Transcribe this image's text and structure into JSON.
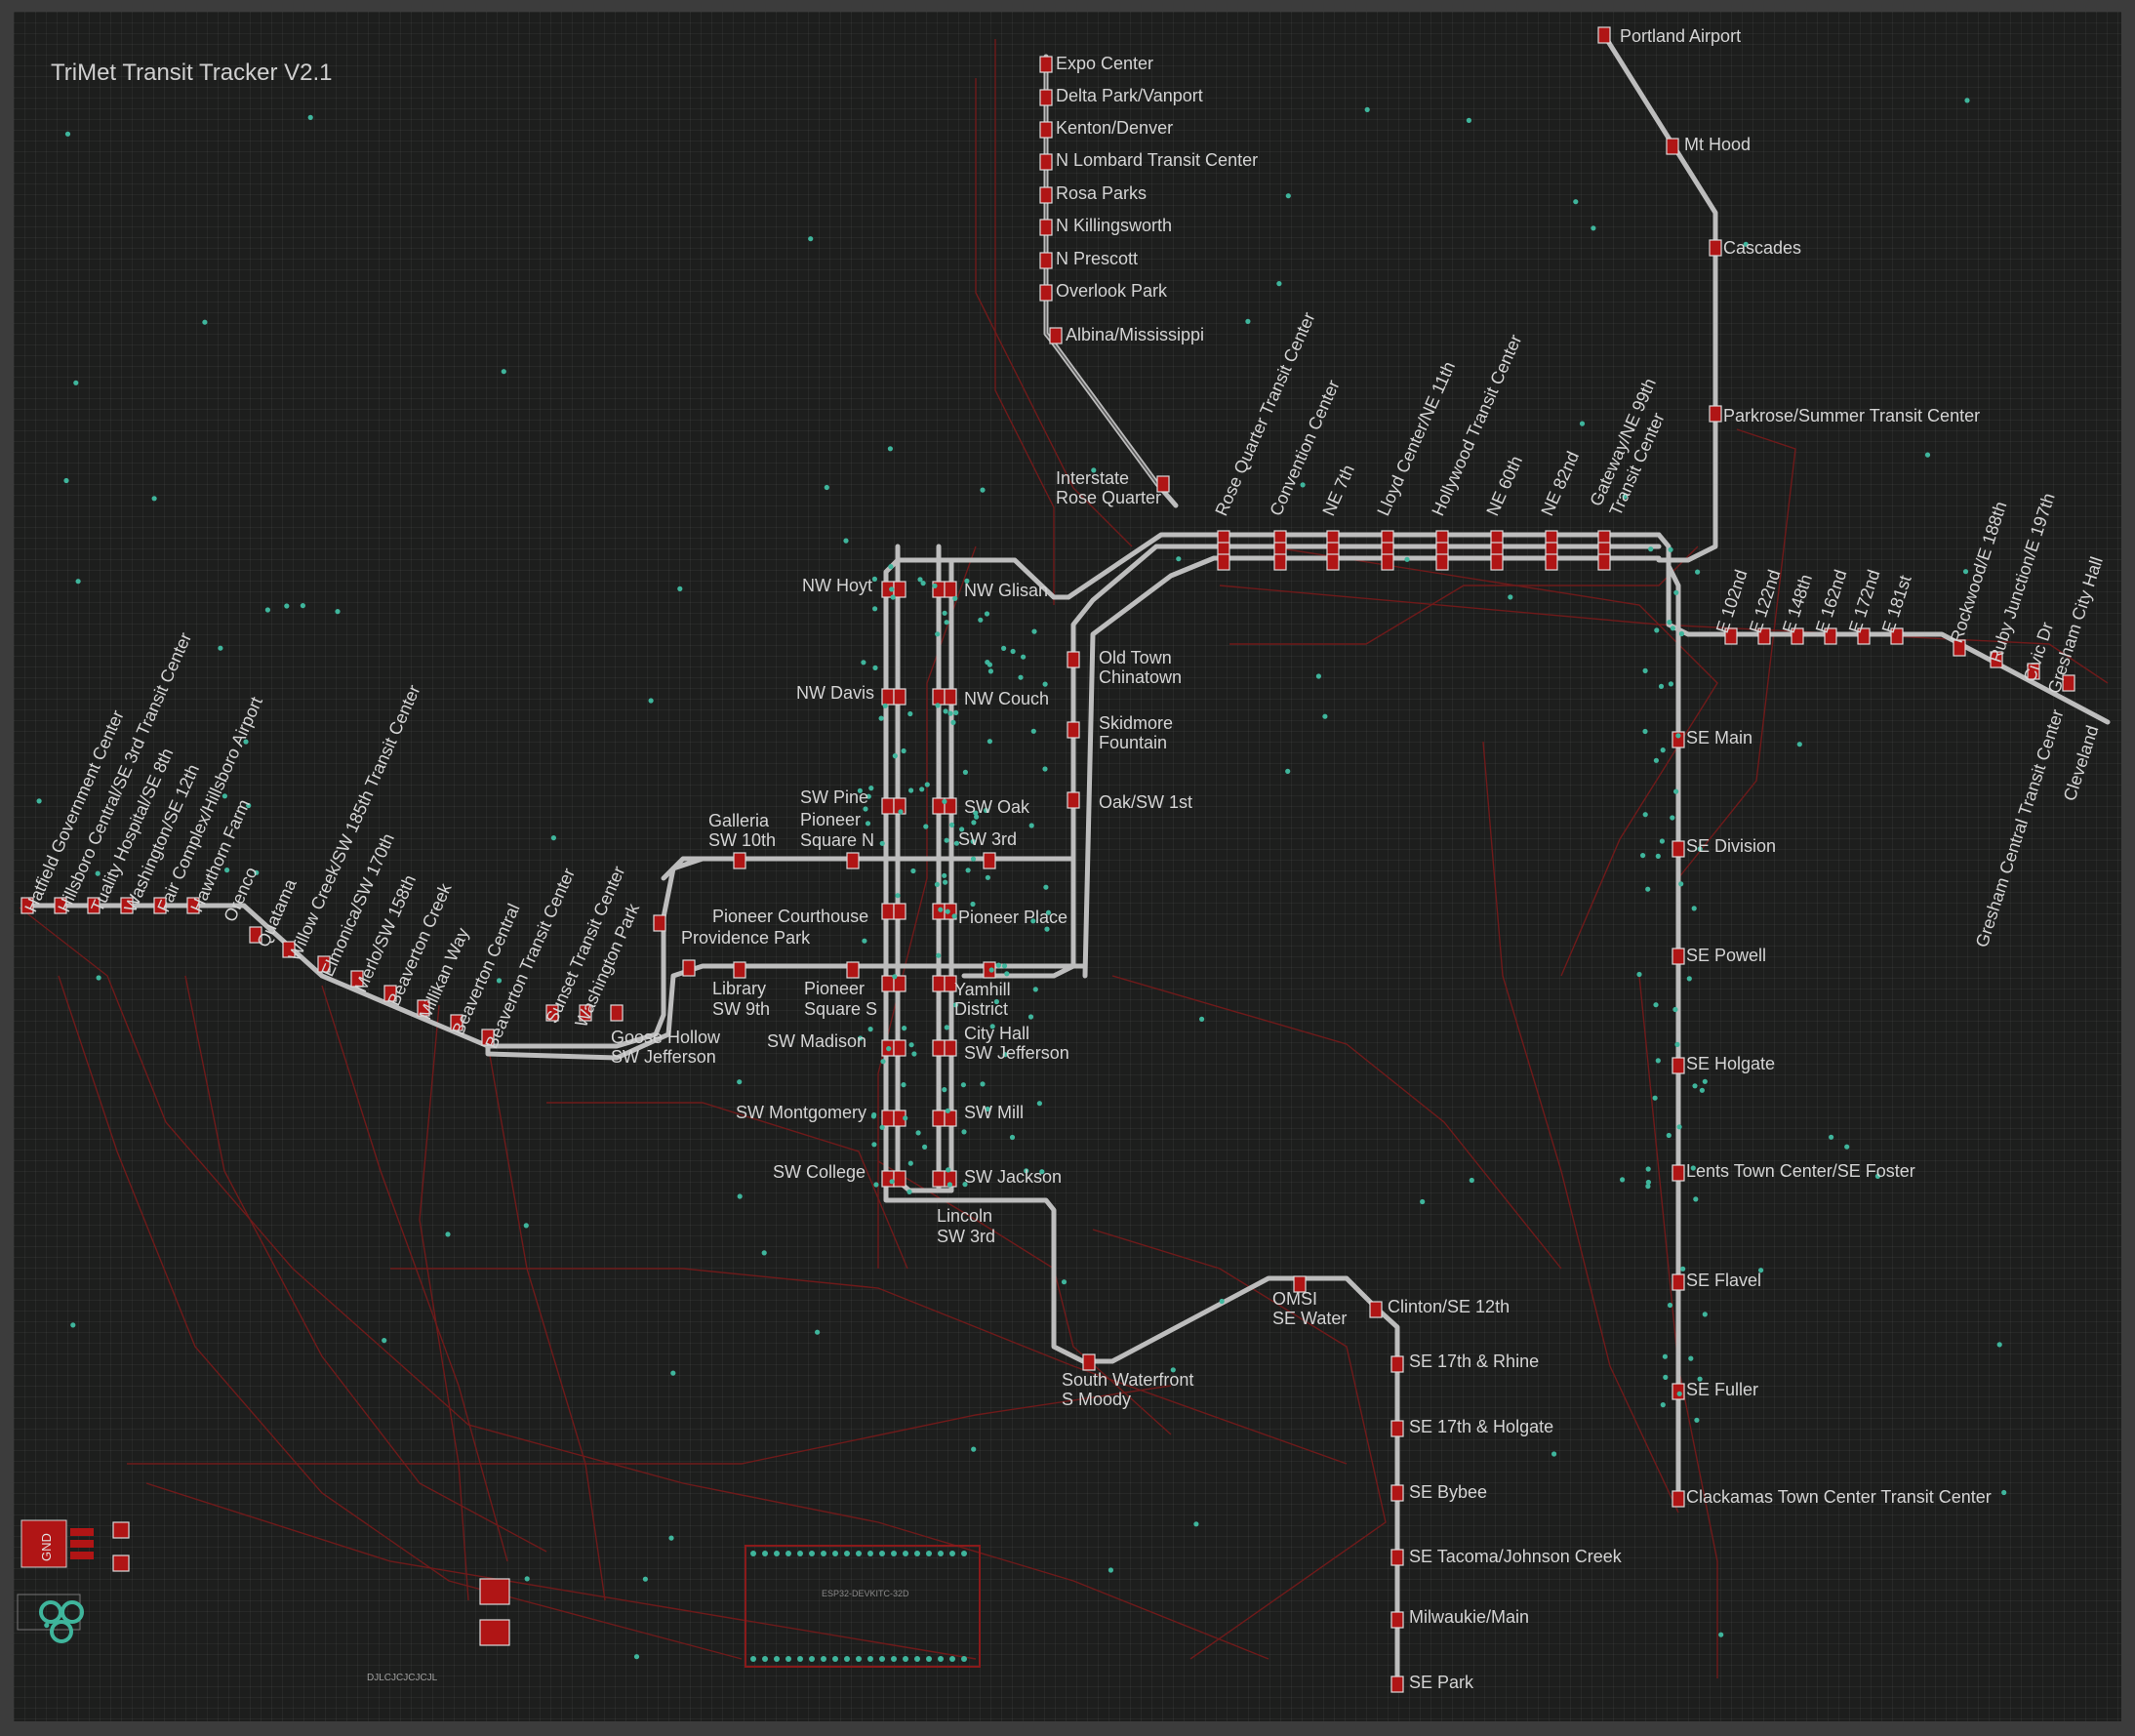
{
  "window": {
    "title": "TriMet Transit Tracker V2.1"
  },
  "colors": {
    "background": "#1d1e1d",
    "trace": "#6f1a1a",
    "track": "#bdbdbd",
    "pad": "#b01515",
    "via": "#3fb59c",
    "text": "#d4d4d4"
  },
  "stations": {
    "yellow_line": [
      "Expo Center",
      "Delta Park/Vanport",
      "Kenton/Denver",
      "N Lombard Transit Center",
      "Rosa Parks",
      "N Killingsworth",
      "N Prescott",
      "Overlook Park",
      "Albina/Mississippi"
    ],
    "airport_line": [
      "Portland Airport",
      "Mt Hood",
      "Cascades",
      "Parkrose/Summer Transit Center"
    ],
    "rose_quarter": [
      "Interstate",
      "Rose Quarter"
    ],
    "rotated_ne": [
      "Rose Quarter Transit Center",
      "Convention Center",
      "NE 7th",
      "Lloyd Center/NE 11th",
      "Hollywood Transit Center",
      "NE 60th",
      "NE 82nd",
      "Gateway/NE 99th",
      "Transit Center"
    ],
    "rotated_e": [
      "E 102nd",
      "E 122nd",
      "E 148th",
      "E 162nd",
      "E 172nd",
      "E 181st",
      "Rockwood/E 188th",
      "Ruby Junction/E 197th",
      "Civic Dr",
      "Gresham City Hall",
      "Gresham Central Transit Center",
      "Cleveland"
    ],
    "green_line": [
      "SE Main",
      "SE Division",
      "SE Powell",
      "SE Holgate",
      "Lents Town Center/SE Foster",
      "SE Flavel",
      "SE Fuller",
      "Clackamas Town Center Transit Center"
    ],
    "orange_line": [
      "SE 17th & Rhine",
      "SE 17th & Holgate",
      "SE Bybee",
      "SE Tacoma/Johnson Creek",
      "Milwaukie/Main",
      "SE Park"
    ],
    "waterfront": [
      "Clinton/SE 12th",
      "OMSI",
      "SE Water",
      "South Waterfront",
      "S Moody",
      "Lincoln",
      "SW 3rd"
    ],
    "downtown_left": [
      "NW Hoyt",
      "NW Davis",
      "SW Pine",
      "Pioneer",
      "Square N",
      "Galleria",
      "SW 10th",
      "Pioneer Courthouse",
      "Providence Park",
      "Library",
      "SW 9th",
      "Pioneer",
      "Square S",
      "SW Madison",
      "SW Montgomery",
      "SW College"
    ],
    "downtown_right": [
      "NW Glisan",
      "NW Couch",
      "SW Oak",
      "SW 3rd",
      "Pioneer Place",
      "Yamhill",
      "District",
      "City Hall",
      "SW Jefferson",
      "SW Mill",
      "SW Jackson"
    ],
    "old_town": [
      "Old Town",
      "Chinatown",
      "Skidmore",
      "Fountain",
      "Oak/SW 1st"
    ],
    "goose_hollow": [
      "Goose Hollow",
      "SW Jefferson"
    ],
    "rotated_west": [
      "Hatfield Government Center",
      "Hillsboro Central/SE 3rd Transit Center",
      "Tuality Hospital/SE 8th",
      "Washington/SE 12th",
      "Fair Complex/Hillsboro Airport",
      "Hawthorn Farm",
      "Orenco",
      "Quatama",
      "Willow Creek/SW 185th Transit Center",
      "Elmonica/SW 170th",
      "Merlo/SW 158th",
      "Beaverton Creek",
      "Millikan Way",
      "Beaverton Central",
      "Beaverton Transit Center",
      "Sunset Transit Center",
      "Washington Park"
    ]
  },
  "components": {
    "module_label": "ESP32-DEVKITC-32D",
    "usb_label": "GND",
    "silkscreen": "DJLCJCJCJCJL"
  }
}
